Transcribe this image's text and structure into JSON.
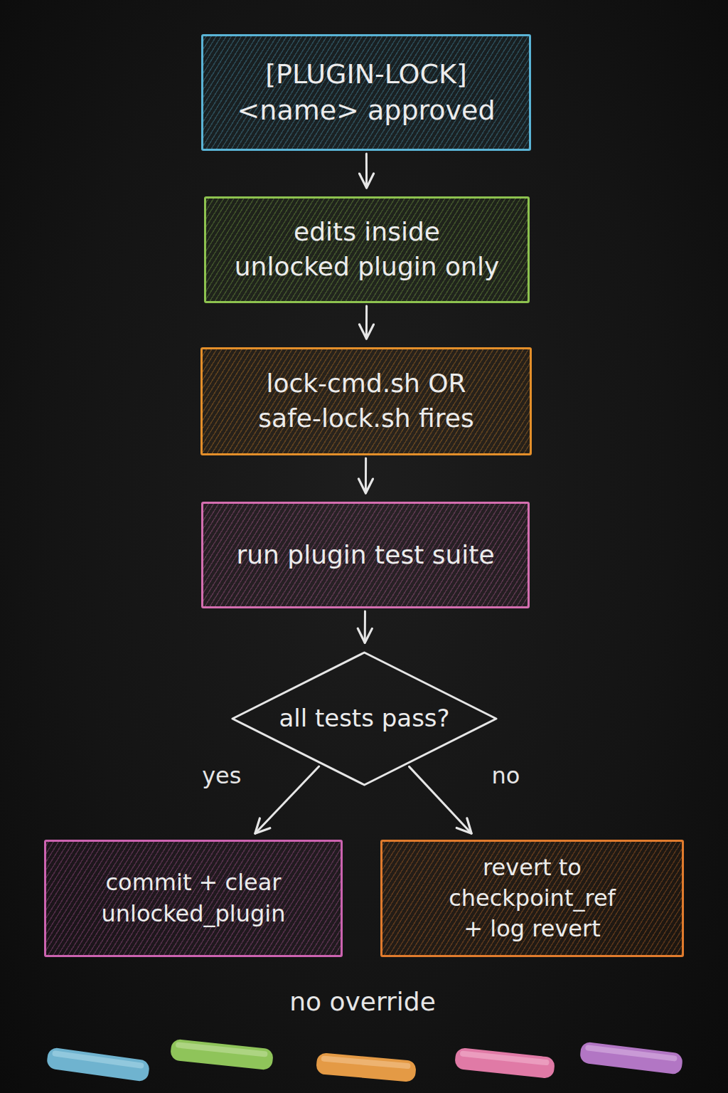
{
  "diagram": {
    "nodes": [
      {
        "text": [
          "[PLUGIN-LOCK] <name> approved"
        ]
      },
      {
        "text": [
          "edits inside unlocked plugin only"
        ]
      },
      {
        "text": [
          "lock-cmd.sh OR safe-lock.sh fires"
        ]
      },
      {
        "text": [
          "run plugin test suite"
        ]
      },
      {
        "text": [
          "all tests pass?"
        ]
      },
      {
        "text": [
          "commit + clear unlocked_plugin"
        ]
      },
      {
        "text": [
          "revert to checkpoint_ref + log revert"
        ]
      }
    ],
    "edges": [
      {
        "from": 0,
        "to": 1,
        "arrow": "to"
      },
      {
        "from": 1,
        "to": 2,
        "arrow": "to"
      },
      {
        "from": 2,
        "to": 3,
        "arrow": "to"
      },
      {
        "from": 3,
        "to": 4,
        "arrow": "to"
      },
      {
        "from": 4,
        "to": 5,
        "label": "yes",
        "arrow": "to"
      },
      {
        "from": 4,
        "to": 6,
        "label": "no",
        "arrow": "to"
      }
    ],
    "labels": [
      "no override"
    ]
  }
}
